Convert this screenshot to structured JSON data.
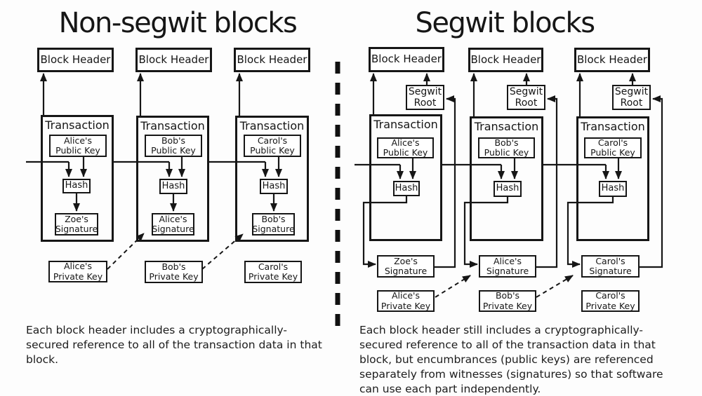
{
  "colors": {
    "ink": "#161616",
    "background": "#fdfdfd"
  },
  "left": {
    "title": "Non-segwit blocks",
    "caption": "Each block header includes a cryptographically-secured reference to all of the transaction data in that block.",
    "columns": [
      {
        "header": "Block Header",
        "transaction": "Transaction",
        "pk1": "Alice's",
        "pk2": "Public Key",
        "hash": "Hash",
        "sig1": "Zoe's",
        "sig2": "Signature",
        "priv1": "Alice's",
        "priv2": "Private Key"
      },
      {
        "header": "Block Header",
        "transaction": "Transaction",
        "pk1": "Bob's",
        "pk2": "Public Key",
        "hash": "Hash",
        "sig1": "Alice's",
        "sig2": "Signature",
        "priv1": "Bob's",
        "priv2": "Private Key"
      },
      {
        "header": "Block Header",
        "transaction": "Transaction",
        "pk1": "Carol's",
        "pk2": "Public Key",
        "hash": "Hash",
        "sig1": "Bob's",
        "sig2": "Signature",
        "priv1": "Carol's",
        "priv2": "Private Key"
      }
    ]
  },
  "right": {
    "title": "Segwit blocks",
    "caption": "Each block header still includes a cryptographically-secured reference to all of the transaction data in that block, but encumbrances (public keys) are referenced separately from witnesses (signatures) so that software can use each part independently.",
    "columns": [
      {
        "header": "Block Header",
        "segwit1": "Segwit",
        "segwit2": "Root",
        "transaction": "Transaction",
        "pk1": "Alice's",
        "pk2": "Public Key",
        "hash": "Hash",
        "sig1": "Zoe's",
        "sig2": "Signature",
        "priv1": "Alice's",
        "priv2": "Private Key"
      },
      {
        "header": "Block Header",
        "segwit1": "Segwit",
        "segwit2": "Root",
        "transaction": "Transaction",
        "pk1": "Bob's",
        "pk2": "Public Key",
        "hash": "Hash",
        "sig1": "Alice's",
        "sig2": "Signature",
        "priv1": "Bob's",
        "priv2": "Private Key"
      },
      {
        "header": "Block Header",
        "segwit1": "Segwit",
        "segwit2": "Root",
        "transaction": "Transaction",
        "pk1": "Carol's",
        "pk2": "Public Key",
        "hash": "Hash",
        "sig1": "Carol's",
        "sig2": "Signature",
        "priv1": "Carol's",
        "priv2": "Private Key"
      }
    ]
  }
}
